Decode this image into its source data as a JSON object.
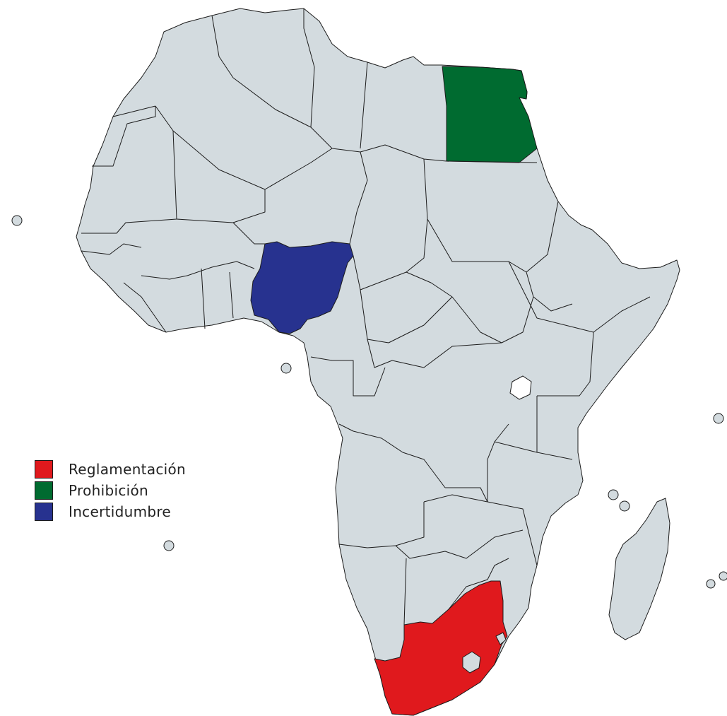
{
  "colors": {
    "base": "#d3dbdf",
    "outline": "#1c1c1c",
    "background": "#ffffff"
  },
  "legend": {
    "items": [
      {
        "label": "Reglamentación",
        "color": "#e0191d"
      },
      {
        "label": "Prohibición",
        "color": "#006b30"
      },
      {
        "label": "Incertidumbre",
        "color": "#27328f"
      }
    ]
  },
  "highlighted": {
    "egypt": "Prohibición",
    "nigeria": "Incertidumbre",
    "south_africa": "Reglamentación"
  }
}
